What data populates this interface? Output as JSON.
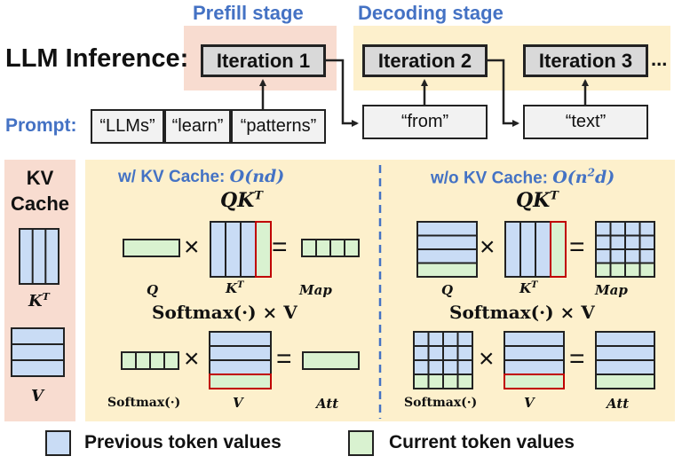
{
  "title": "LLM Inference:",
  "stages": {
    "prefill": "Prefill stage",
    "decoding": "Decoding stage"
  },
  "iterations": [
    "Iteration 1",
    "Iteration 2",
    "Iteration 3"
  ],
  "ellipsis": "...",
  "prompt_label": "Prompt:",
  "prompt_tokens": [
    "“LLMs”",
    "“learn”",
    "“patterns”"
  ],
  "generated_tokens": [
    "“from”",
    "“text”"
  ],
  "kv_cache": {
    "title_line1": "KV",
    "title_line2": "Cache",
    "k_label": "K",
    "k_sup": "T",
    "v_label": "V"
  },
  "with_cache": {
    "title": "w/ KV Cache: ",
    "complexity": "O(nd)",
    "qkt": "QK",
    "qkt_sup": "T",
    "label_q": "Q",
    "label_kt": "K",
    "label_kt_sup": "T",
    "label_map": "Map",
    "softmax_eq": "Softmax(·) × V",
    "label_softmax": "Softmax(·)",
    "label_v": "V",
    "label_att": "Att"
  },
  "without_cache": {
    "title": "w/o KV Cache: ",
    "complexity_base": "O(n",
    "complexity_sup": "2",
    "complexity_end": "d)",
    "qkt": "QK",
    "qkt_sup": "T",
    "label_q": "Q",
    "label_kt": "K",
    "label_kt_sup": "T",
    "label_map": "Map",
    "softmax_eq": "Softmax(·) × V",
    "label_softmax": "Softmax(·)",
    "label_v": "V",
    "label_att": "Att"
  },
  "symbols": {
    "times": "×",
    "equals": "="
  },
  "legend": {
    "previous": "Previous token values",
    "current": "Current token values"
  },
  "colors": {
    "prefill_bg": "#f8dcd0",
    "decoding_bg": "#fdf0cc",
    "kv_bg": "#f8dcd0",
    "panel_bg": "#fdf0cc",
    "previous": "#c9dcf5",
    "current": "#d9f2d0",
    "highlight": "#c00000",
    "accent": "#4472c4"
  }
}
